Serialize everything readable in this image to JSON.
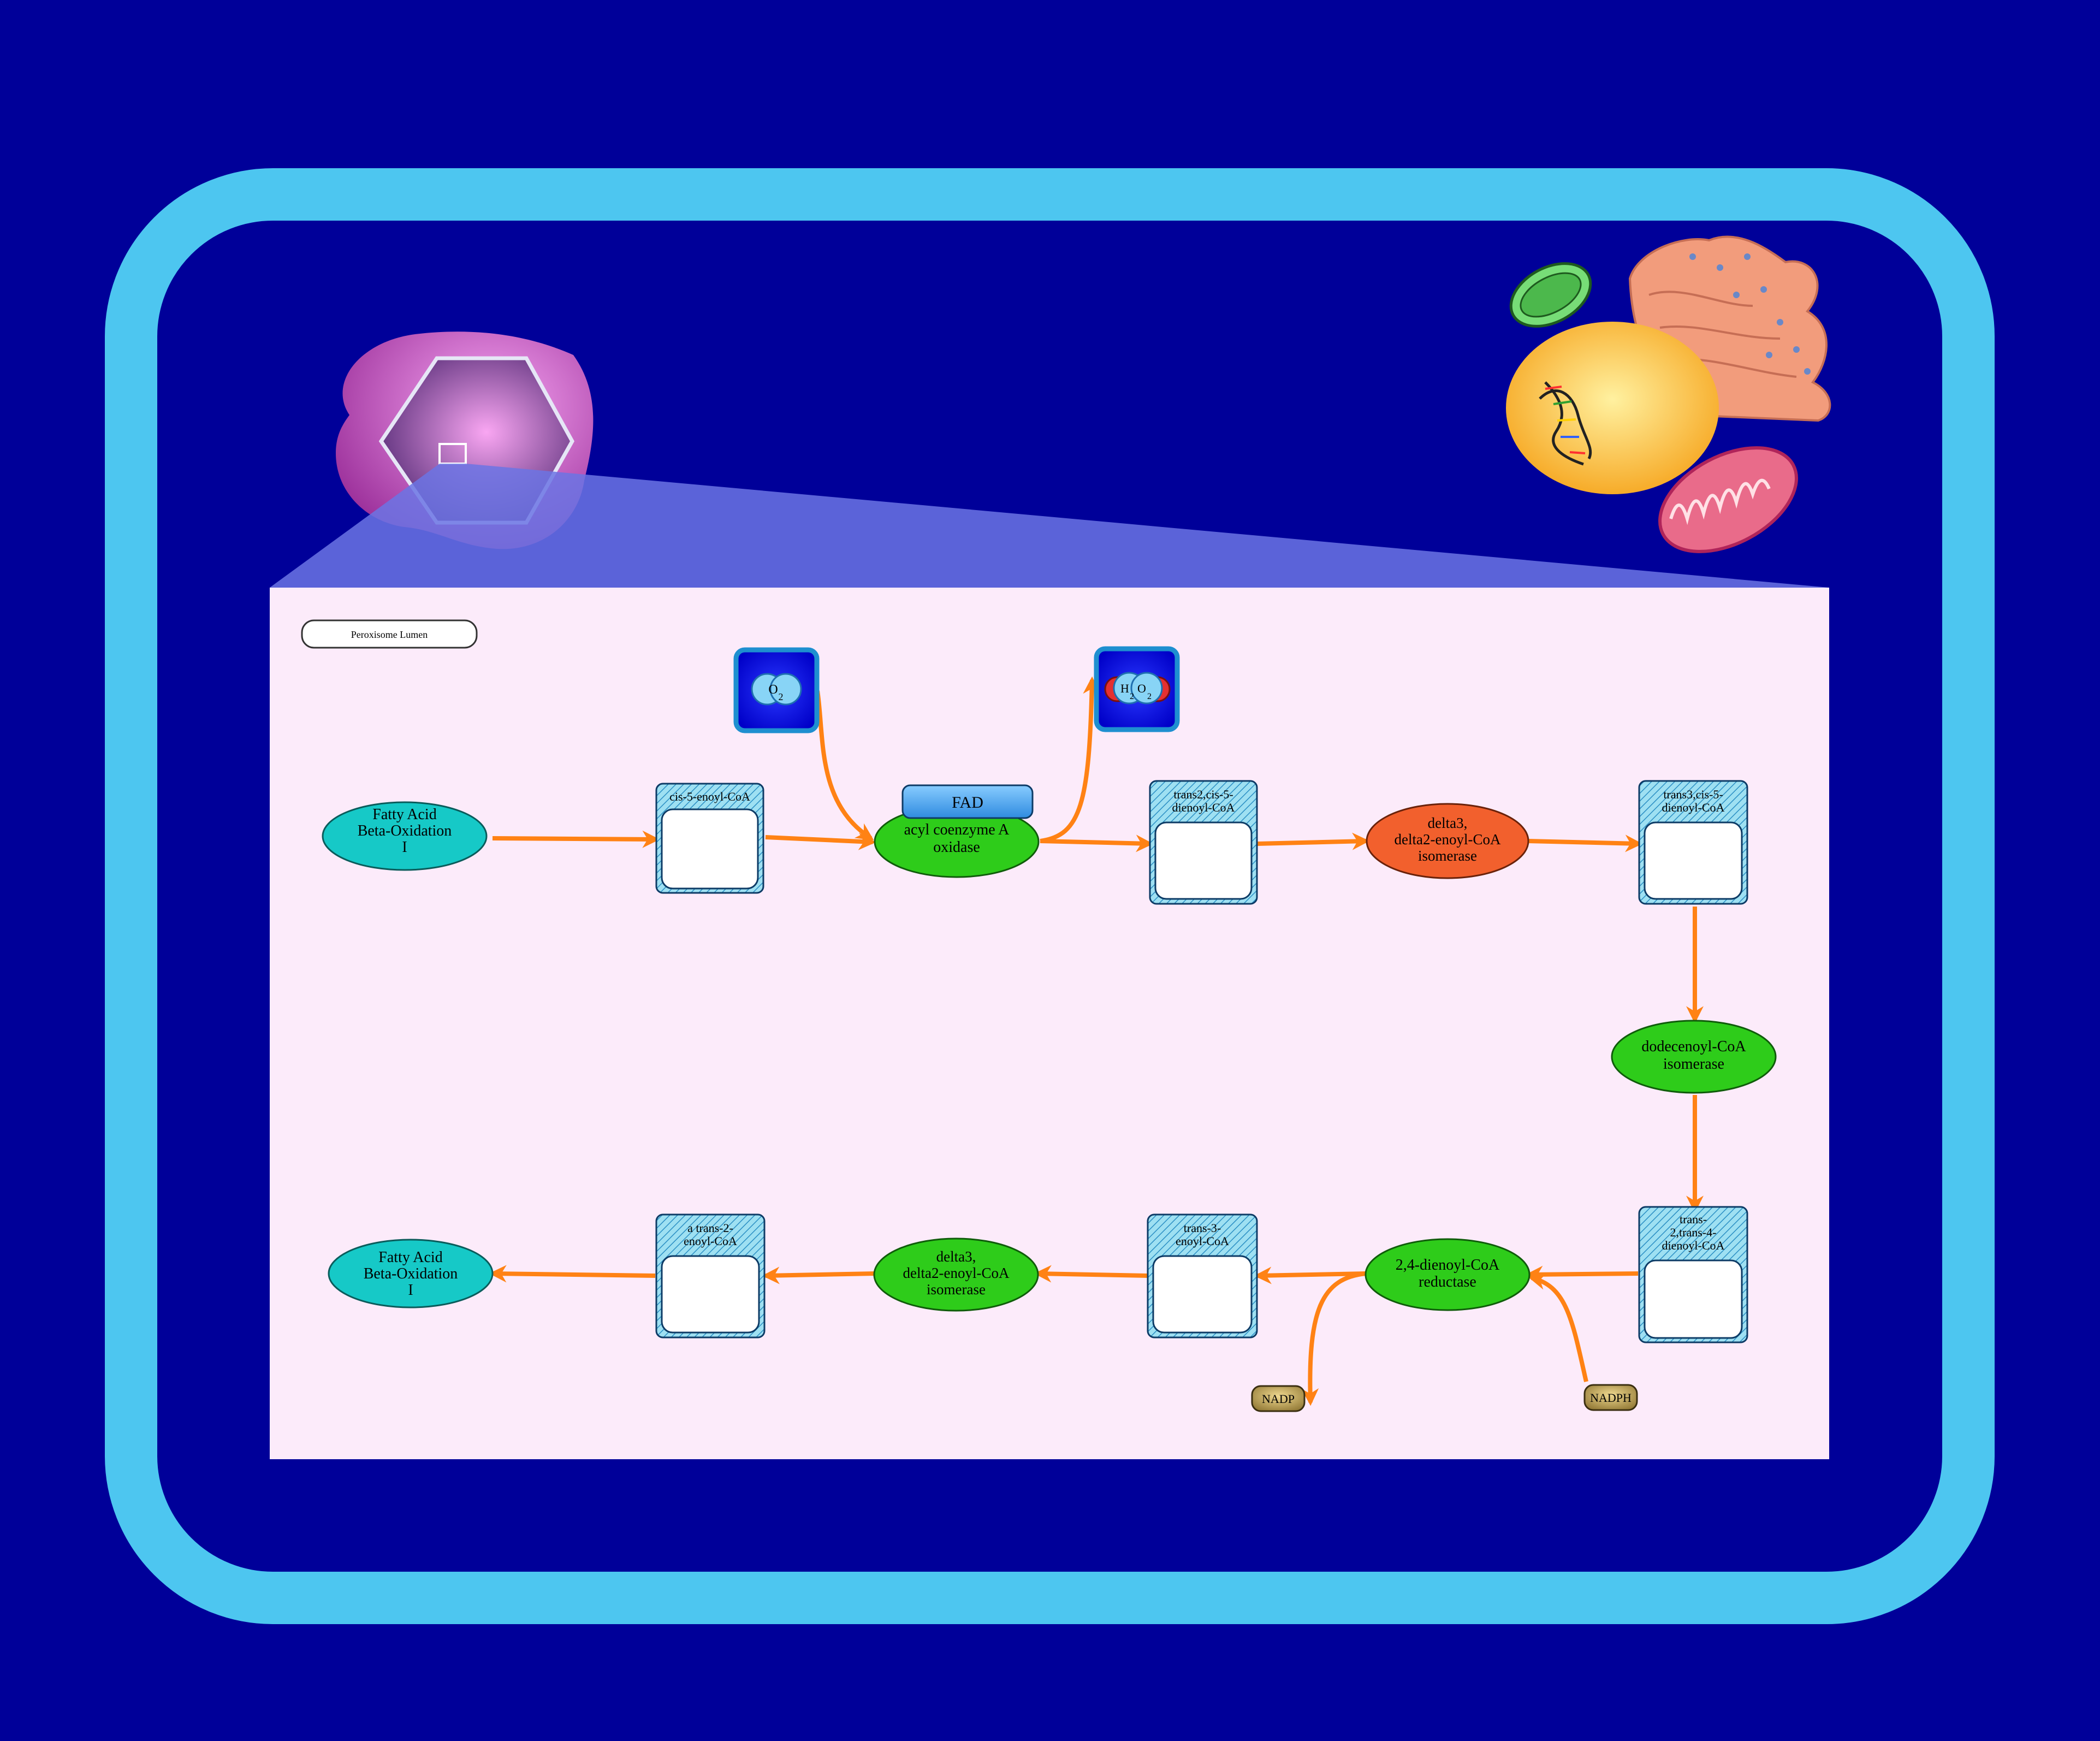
{
  "compartment": {
    "label": "Peroxisome Lumen"
  },
  "colors": {
    "background": "#000099",
    "cell_border": "#4DC6F0",
    "panel": "#FCEBFA",
    "arrow": "#FF8214",
    "pathway_node": "#16C9C7",
    "enzyme_green": "#2ECC1A",
    "enzyme_orange": "#F2602D",
    "cofactor": "#4FA4EC",
    "small_molecule": "#C2A55B"
  },
  "pathway_links": {
    "start": [
      "Fatty Acid",
      "Beta-Oxidation",
      "I"
    ],
    "end": [
      "Fatty Acid",
      "Beta-Oxidation",
      "I"
    ]
  },
  "metabolites": {
    "cis5_enoyl_coa": [
      "cis-5-enoyl-CoA"
    ],
    "trans2_cis5_dienoyl_coa": [
      "trans2,cis-5-",
      "dienoyl-CoA"
    ],
    "trans3_cis5_dienoyl_coa": [
      "trans3,cis-5-",
      "dienoyl-CoA"
    ],
    "trans2_trans4_dienoyl_coa": [
      "trans-",
      "2,trans-4-",
      "dienoyl-CoA"
    ],
    "trans3_enoyl_coa": [
      "trans-3-",
      "enoyl-CoA"
    ],
    "trans2_enoyl_coa": [
      "a trans-2-",
      "enoyl-CoA"
    ]
  },
  "enzymes": {
    "acyl_coa_oxidase": [
      "acyl coenzyme A",
      "oxidase"
    ],
    "delta3_isomerase_1": [
      "delta3,",
      "delta2-enoyl-CoA",
      "isomerase"
    ],
    "dodecenoyl_isomerase": [
      "dodecenoyl-CoA",
      "isomerase"
    ],
    "dienoyl_reductase": [
      "2,4-dienoyl-CoA",
      "reductase"
    ],
    "delta3_isomerase_2": [
      "delta3,",
      "delta2-enoyl-CoA",
      "isomerase"
    ]
  },
  "cofactors": {
    "fad": "FAD"
  },
  "small_molecules": {
    "o2": {
      "symbol": "O",
      "subscript": "2"
    },
    "h2o2": {
      "h": "H",
      "h_sub": "2",
      "o": "O",
      "o_sub": "2"
    },
    "nadp": "NADP",
    "nadph": "NADPH"
  }
}
